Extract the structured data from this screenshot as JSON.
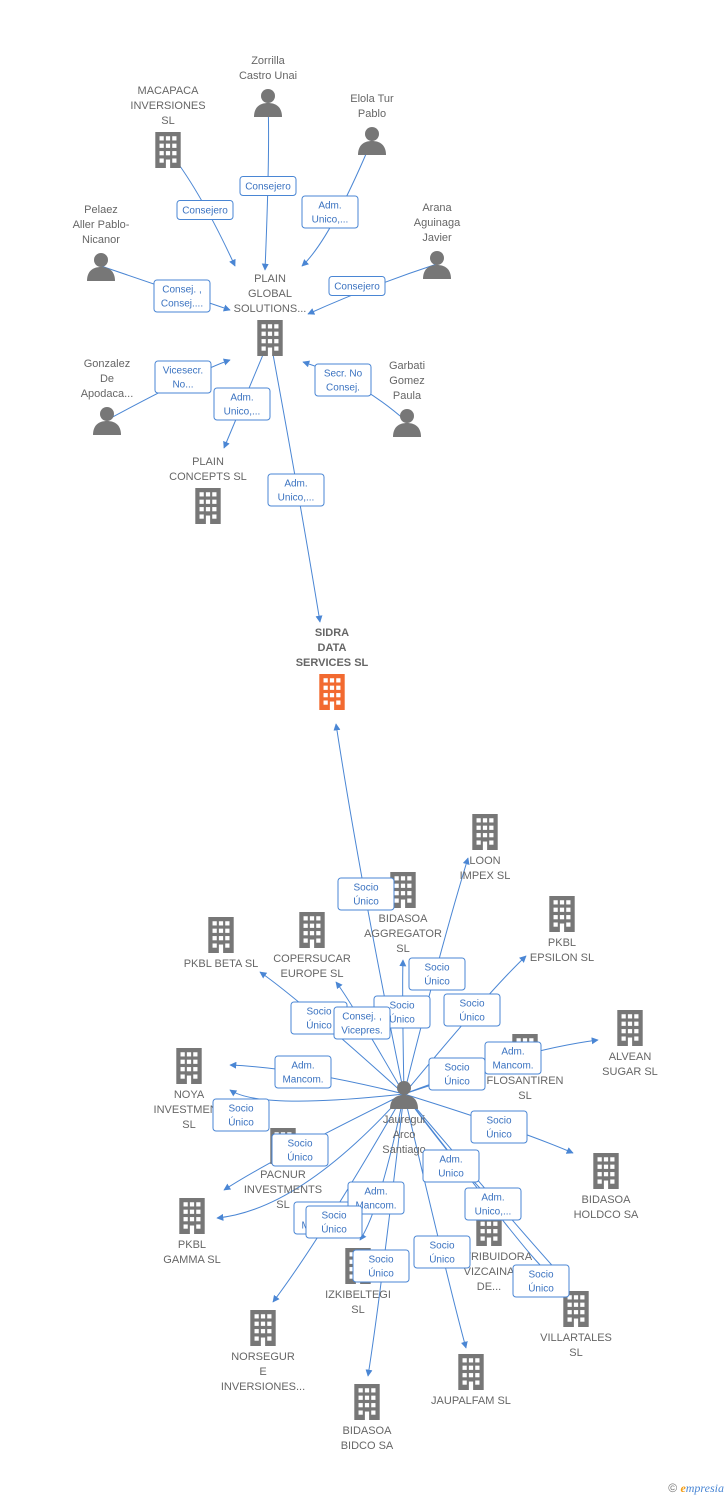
{
  "colors": {
    "edge": "#4a86d4",
    "node_icon": "#777777",
    "focus_icon": "#f26a30",
    "label": "#666666"
  },
  "nodes": [
    {
      "id": "zorrilla",
      "type": "person",
      "lines": [
        "Zorrilla",
        "Castro Unai"
      ]
    },
    {
      "id": "macapaca",
      "type": "company",
      "lines": [
        "MACAPACA",
        "INVERSIONES",
        "SL"
      ]
    },
    {
      "id": "elola",
      "type": "person",
      "lines": [
        "Elola Tur",
        "Pablo"
      ]
    },
    {
      "id": "pelaez",
      "type": "person",
      "lines": [
        "Pelaez",
        "Aller Pablo-",
        "Nicanor"
      ]
    },
    {
      "id": "arana",
      "type": "person",
      "lines": [
        "Arana",
        "Aguinaga",
        "Javier"
      ]
    },
    {
      "id": "plain_global",
      "type": "company",
      "lines": [
        "PLAIN",
        "GLOBAL",
        "SOLUTIONS..."
      ]
    },
    {
      "id": "gonzalez",
      "type": "person",
      "lines": [
        "Gonzalez",
        "De",
        "Apodaca..."
      ]
    },
    {
      "id": "garbati",
      "type": "person",
      "lines": [
        "Garbati",
        "Gomez",
        "Paula"
      ]
    },
    {
      "id": "plain_concepts",
      "type": "company",
      "lines": [
        "PLAIN",
        "CONCEPTS SL"
      ]
    },
    {
      "id": "sidra",
      "type": "focus",
      "lines": [
        "SIDRA",
        "DATA",
        "SERVICES  SL"
      ]
    },
    {
      "id": "loon",
      "type": "company",
      "lines": [
        "LOON",
        "IMPEX  SL"
      ]
    },
    {
      "id": "bidasoa_agg",
      "type": "company",
      "lines": [
        "BIDASOA",
        "AGGREGATOR",
        "SL"
      ]
    },
    {
      "id": "pkbl_epsilon",
      "type": "company",
      "lines": [
        "PKBL",
        "EPSILON  SL"
      ]
    },
    {
      "id": "pkbl_beta",
      "type": "company",
      "lines": [
        "PKBL BETA  SL"
      ]
    },
    {
      "id": "copersucar",
      "type": "company",
      "lines": [
        "COPERSUCAR",
        "EUROPE  SL"
      ]
    },
    {
      "id": "alvean",
      "type": "company",
      "lines": [
        "ALVEAN",
        "SUGAR  SL"
      ]
    },
    {
      "id": "flosantiren",
      "type": "company",
      "lines": [
        "FLOSANTIREN",
        "SL"
      ]
    },
    {
      "id": "noya",
      "type": "company",
      "lines": [
        "NOYA",
        "INVESTMENT",
        "SL"
      ]
    },
    {
      "id": "jauregui",
      "type": "person",
      "lines": [
        "Jauregui",
        "Arco",
        "Santiago"
      ]
    },
    {
      "id": "pacnur",
      "type": "company",
      "lines": [
        "PACNUR",
        "INVESTMENTS",
        "SL"
      ]
    },
    {
      "id": "bidasoa_holdco",
      "type": "company",
      "lines": [
        "BIDASOA",
        "HOLDCO SA"
      ]
    },
    {
      "id": "pkbl_gamma",
      "type": "company",
      "lines": [
        "PKBL",
        "GAMMA  SL"
      ]
    },
    {
      "id": "distribuidora",
      "type": "company",
      "lines": [
        "DISTRIBUIDORA",
        "VIZCAINA",
        "DE..."
      ]
    },
    {
      "id": "izkibeltegi",
      "type": "company",
      "lines": [
        "IZKIBELTEGI",
        "SL"
      ]
    },
    {
      "id": "villartales",
      "type": "company",
      "lines": [
        "VILLARTALES",
        "SL"
      ]
    },
    {
      "id": "norsegur",
      "type": "company",
      "lines": [
        "NORSEGUR",
        "E",
        "INVERSIONES..."
      ]
    },
    {
      "id": "jaupalfam",
      "type": "company",
      "lines": [
        "JAUPALFAM  SL"
      ]
    },
    {
      "id": "bidasoa_bidco",
      "type": "company",
      "lines": [
        "BIDASOA",
        "BIDCO SA"
      ]
    }
  ],
  "edges": [
    {
      "from": "zorrilla",
      "to": "plain_global",
      "label": [
        "Consejero"
      ]
    },
    {
      "from": "macapaca",
      "to": "plain_global",
      "label": [
        "Consejero"
      ]
    },
    {
      "from": "elola",
      "to": "plain_global",
      "label": [
        "Adm.",
        "Unico,..."
      ]
    },
    {
      "from": "pelaez",
      "to": "plain_global",
      "label": [
        "Consej. ,",
        "Consej...."
      ]
    },
    {
      "from": "arana",
      "to": "plain_global",
      "label": [
        "Consejero"
      ]
    },
    {
      "from": "gonzalez",
      "to": "plain_global",
      "label": [
        "Vicesecr.",
        "No..."
      ]
    },
    {
      "from": "garbati",
      "to": "plain_global",
      "label": [
        "Secr.  No",
        "Consej."
      ]
    },
    {
      "from": "plain_global",
      "to": "plain_concepts",
      "label": [
        "Adm.",
        "Unico,..."
      ]
    },
    {
      "from": "plain_global",
      "to": "sidra",
      "label": [
        "Adm.",
        "Unico,..."
      ]
    },
    {
      "from": "jauregui",
      "to": "sidra",
      "label": [
        "Socio",
        "Único"
      ]
    },
    {
      "from": "jauregui",
      "to": "loon",
      "label": [
        "Socio",
        "Único"
      ]
    },
    {
      "from": "jauregui",
      "to": "bidasoa_agg",
      "label": [
        "Socio",
        "Único"
      ]
    },
    {
      "from": "jauregui",
      "to": "pkbl_epsilon",
      "label": [
        "Socio",
        "Único"
      ]
    },
    {
      "from": "jauregui",
      "to": "pkbl_beta",
      "label": [
        "Socio",
        "Único"
      ]
    },
    {
      "from": "jauregui",
      "to": "copersucar",
      "label": [
        "Consej. ,",
        "Vicepres."
      ]
    },
    {
      "from": "jauregui",
      "to": "alvean",
      "label": [
        "Adm.",
        "Mancom."
      ]
    },
    {
      "from": "jauregui",
      "to": "flosantiren",
      "label": [
        "Socio",
        "Único"
      ]
    },
    {
      "from": "jauregui",
      "to": "noya",
      "label": [
        "Adm.",
        "Mancom."
      ]
    },
    {
      "from": "jauregui",
      "to": "pacnur",
      "label": [
        "Socio",
        "Único"
      ]
    },
    {
      "from": "jauregui",
      "to": "bidasoa_holdco",
      "label": [
        "Socio",
        "Único"
      ]
    },
    {
      "from": "jauregui",
      "to": "pkbl_gamma",
      "label": [
        "Adm.",
        "Mancom."
      ]
    },
    {
      "from": "jauregui",
      "to": "distribuidora",
      "label": [
        "Adm.",
        "Unico"
      ]
    },
    {
      "from": "jauregui",
      "to": "izkibeltegi",
      "label": [
        "Adm.",
        "Mancom."
      ]
    },
    {
      "from": "jauregui",
      "to": "villartales",
      "label": [
        "Adm.",
        "Unico,..."
      ]
    },
    {
      "from": "jauregui",
      "to": "norsegur",
      "label": [
        "Socio",
        "Único"
      ]
    },
    {
      "from": "jauregui",
      "to": "jaupalfam",
      "label": [
        "Socio",
        "Único"
      ]
    },
    {
      "from": "jauregui",
      "to": "bidasoa_bidco",
      "label": [
        "Socio",
        "Único"
      ]
    },
    {
      "from": "jauregui",
      "to": "noya",
      "label": [
        "Socio",
        "Único"
      ]
    },
    {
      "from": "jauregui",
      "to": "villartales",
      "label": [
        "Socio",
        "Único"
      ]
    }
  ],
  "footer": {
    "copyright": "©",
    "brand_e": "e",
    "brand_rest": "mpresia"
  }
}
